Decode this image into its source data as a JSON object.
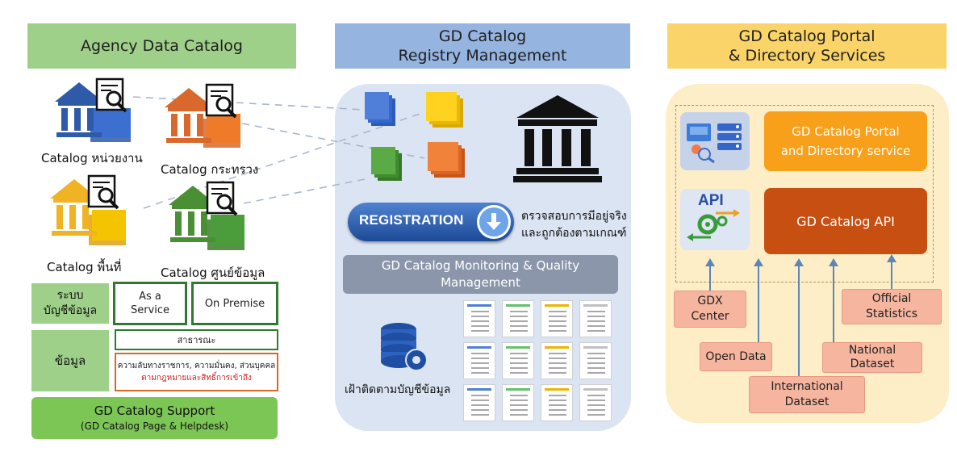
{
  "columns": {
    "agency": {
      "title": "Agency Data Catalog",
      "color": "#9fd089"
    },
    "registry": {
      "title_line1": "GD Catalog",
      "title_line2": "Registry Management",
      "color": "#95b4df"
    },
    "portal": {
      "title_line1": "GD Catalog Portal",
      "title_line2": "& Directory Services",
      "color": "#fad468"
    }
  },
  "agency": {
    "catalogs": [
      {
        "label": "Catalog หน่วยงาน",
        "color": "#2e5aa8"
      },
      {
        "label": "Catalog กระทรวง",
        "color": "#d9682c"
      },
      {
        "label": "Catalog พื้นที่",
        "color": "#f0b323"
      },
      {
        "label": "Catalog ศูนย์ข้อมูล",
        "color": "#4a8f34"
      }
    ],
    "system_label": "ระบบ\nบัญชีข้อมูล",
    "service_options": [
      "As a\nService",
      "On Premise"
    ],
    "data_label": "ข้อมูล",
    "public_label": "สาธารณะ",
    "restricted_line1": "ความลับทางราชการ, ความมั่นคง, ส่วนบุคคล",
    "restricted_line2": "ตามกฎหมายและสิทธิ์การเข้าถึง",
    "support_title": "GD Catalog Support",
    "support_sub": "(GD Catalog Page & Helpdesk)"
  },
  "registry": {
    "registration_label": "REGISTRATION",
    "verify_line1": "ตรวจสอบการมีอยู่จริง",
    "verify_line2": "และถูกต้องตามเกณฑ์",
    "monitoring_line1": "GD Catalog Monitoring & Quality",
    "monitoring_line2": "Management",
    "watch_label": "เฝ้าติดตามบัญชีข้อมูล",
    "doc_colors": [
      "#3d6fd1",
      "#f5c400",
      "#4a9d3a",
      "#ef7a2a"
    ],
    "card_accents": [
      "#4f7fd8",
      "#62c26a",
      "#f0b400",
      "#c0c0c0"
    ]
  },
  "portal": {
    "portal_box_line1": "GD Catalog Portal",
    "portal_box_line2": "and Directory service",
    "api_box": "GD Catalog API",
    "api_icon_text": "API",
    "sources": [
      {
        "id": "gdx",
        "label": "GDX\nCenter"
      },
      {
        "id": "open",
        "label": "Open Data"
      },
      {
        "id": "intl",
        "label": "International\nDataset"
      },
      {
        "id": "national",
        "label": "National\nDataset"
      },
      {
        "id": "official",
        "label": "Official\nStatistics"
      }
    ]
  }
}
